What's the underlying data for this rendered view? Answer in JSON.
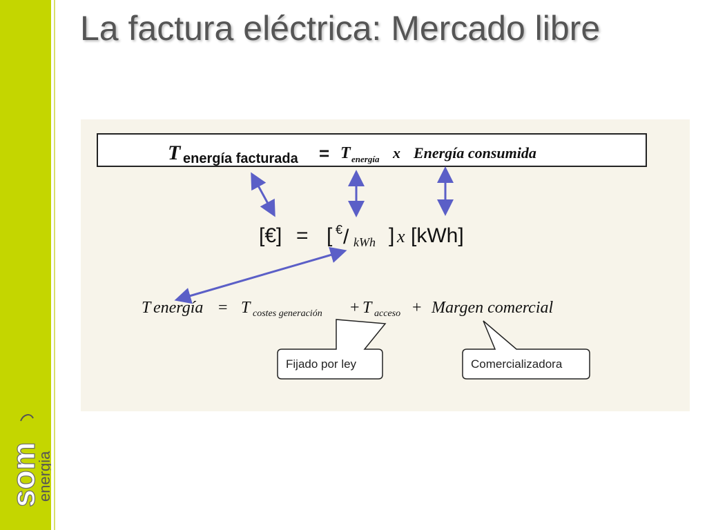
{
  "slide": {
    "title": "La factura eléctrica: Mercado libre"
  },
  "logo": {
    "text_main": "som",
    "text_sub": "energia"
  },
  "formula_box": {
    "lhs_T": "T",
    "lhs_sub": "energía facturada",
    "equals": "=",
    "rhs_T": "T",
    "rhs_T_sub": "energía",
    "times": "x",
    "rhs_energy": "Energía consumida"
  },
  "units_equation": {
    "euro": "[€]",
    "equals": "=",
    "bracket_open": "[",
    "euro_over": "€",
    "slash": "/",
    "kwh_sub": "kWh",
    "bracket_close": "]",
    "times": "x",
    "kwh": "[kWh]"
  },
  "energy_equation": {
    "T": "T",
    "T_label": "energía",
    "equals": "=",
    "T_gen": "T",
    "gen_sub": "costes generación",
    "plus1": "+",
    "T_acc": "T",
    "acc_sub": "acceso",
    "plus2": "+",
    "margin": "Margen comercial"
  },
  "callouts": {
    "law": "Fijado por ley",
    "retailer": "Comercializadora"
  },
  "colors": {
    "sidebar": "#c4d600",
    "arrow": "#5b5fc7",
    "title": "#555555",
    "image_bg": "#f7f4ea"
  }
}
